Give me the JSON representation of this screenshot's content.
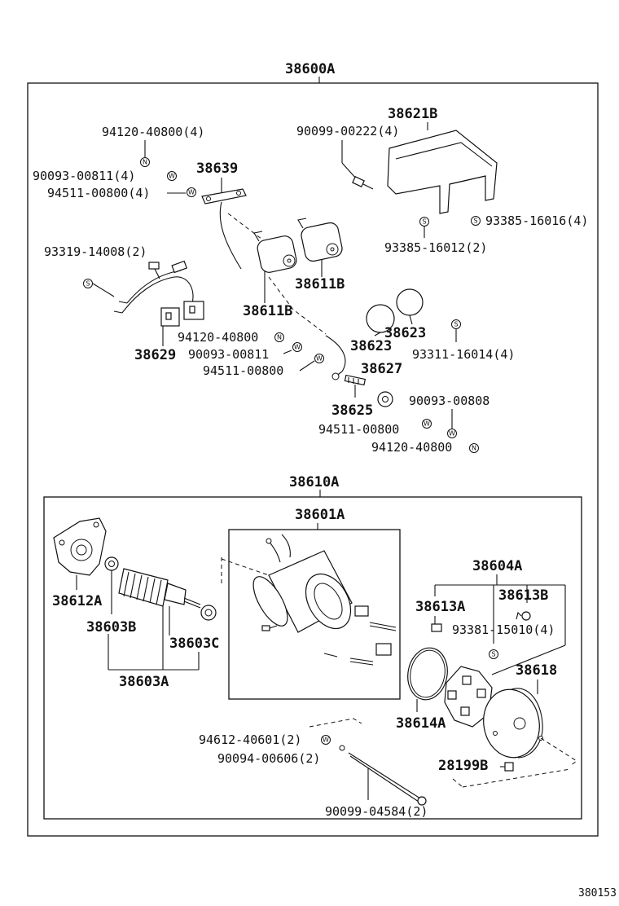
{
  "diagram": {
    "assembly_outer": "38600A",
    "assembly_inner": "38610A",
    "drawing_number": "380153",
    "symbols": {
      "nut": "N",
      "washer": "W",
      "screw": "S"
    },
    "parts": {
      "p94120_40800_4": "94120-40800(4)",
      "p90093_00811_4": "90093-00811(4)",
      "p94511_00800_4": "94511-00800(4)",
      "p38639": "38639",
      "p90099_00222_4": "90099-00222(4)",
      "p38621B": "38621B",
      "p93385_16016_4": "93385-16016(4)",
      "p93385_16012_2": "93385-16012(2)",
      "p93319_14008_2": "93319-14008(2)",
      "p38611B_a": "38611B",
      "p38611B_b": "38611B",
      "p94120_40800_a": "94120-40800",
      "p38629": "38629",
      "p90093_00811": "90093-00811",
      "p94511_00800_a": "94511-00800",
      "p38623_a": "38623",
      "p38623_b": "38623",
      "p93311_16014_4": "93311-16014(4)",
      "p38627": "38627",
      "p38625": "38625",
      "p90093_00808": "90093-00808",
      "p94511_00800_b": "94511-00800",
      "p94120_40800_b": "94120-40800",
      "p38601A": "38601A",
      "p38612A": "38612A",
      "p38603B": "38603B",
      "p38603C": "38603C",
      "p38603A": "38603A",
      "p38604A": "38604A",
      "p38613A": "38613A",
      "p38613B": "38613B",
      "p93381_15010_4": "93381-15010(4)",
      "p38618": "38618",
      "p38614A": "38614A",
      "p94612_40601_2": "94612-40601(2)",
      "p90094_00606_2": "90094-00606(2)",
      "p28199B": "28199B",
      "p90099_04584_2": "90099-04584(2)"
    }
  }
}
